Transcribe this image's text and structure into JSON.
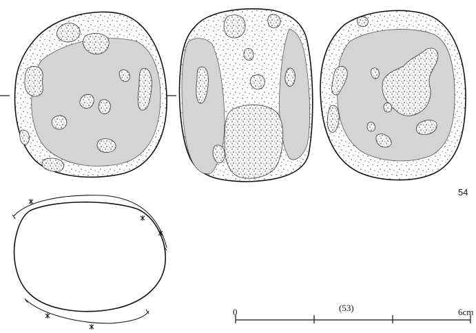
{
  "figure": {
    "item_number": "54",
    "scale_bar": {
      "start_label": "0",
      "end_label": "6cm",
      "middle_label": "(53)"
    }
  },
  "colors": {
    "ink": "#111111",
    "worn_surface": "#d4d4d4",
    "paper": "#ffffff",
    "stipple": "#333333",
    "texture": "#9a9a9a"
  }
}
